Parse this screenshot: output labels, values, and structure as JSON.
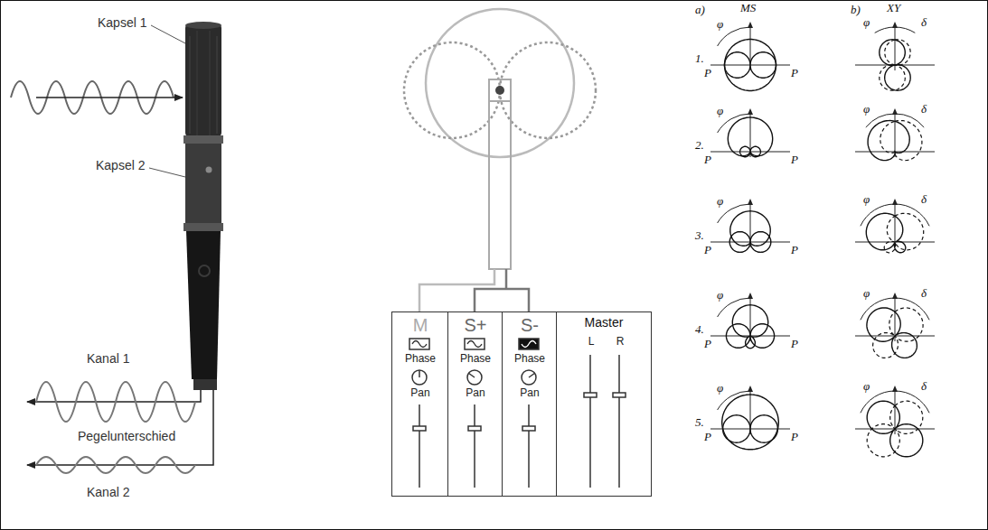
{
  "diagram": {
    "nodes": [
      {
        "text": [
          "M",
          "Phase",
          "Pan"
        ]
      },
      {
        "text": [
          "S+",
          "Phase",
          "Pan"
        ]
      },
      {
        "text": [
          "S-",
          "Phase",
          "Pan"
        ]
      },
      {
        "text": [
          "Master",
          "L",
          "R"
        ]
      }
    ],
    "labels": [
      "Kapsel 1",
      "Kapsel 2",
      "Kanal 1",
      "Pegelunterschied",
      "Kanal 2",
      "a)",
      "MS",
      "b)",
      "XY",
      "1.",
      "2.",
      "3.",
      "4.",
      "5.",
      "φ",
      "P",
      "P",
      "φ",
      "δ",
      "φ",
      "P",
      "P",
      "φ",
      "δ",
      "φ",
      "P",
      "P",
      "φ",
      "δ",
      "φ",
      "P",
      "P",
      "φ",
      "δ",
      "φ",
      "P",
      "P",
      "φ",
      "δ"
    ]
  }
}
